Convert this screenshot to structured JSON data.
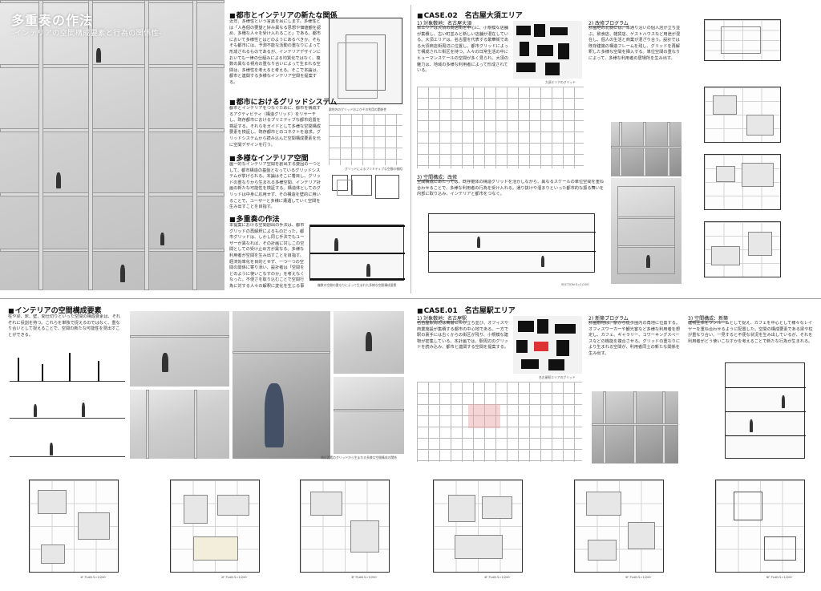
{
  "hero": {
    "title": "多重奏の作法",
    "subtitle": "-インテリアの空間構成要素と行為の関係性-"
  },
  "sections": {
    "s1": {
      "head": "都市とインテリアの新たな関係",
      "body": "近年、多様性という言葉を耳にします。多様性とは「人各個の要望と好み異なる思想や価値観を認め、多種な人々を受け入れること」である。都市において多様性とはどのようにあるべきか。そもそも都市には、予測不能な活動の重なりによって形成されるものであるが、インテリアデザインにおいても一律の仕組みによる均質化ではなく、複数の異なる視点の重なり合いによって生まれる空間は、多様性を考えると考える。そこで本論は、都市と連関する多様なインテリア空間を提案する。",
      "caption": "敷地内のグリッドおよびその利用の関係性"
    },
    "s2": {
      "head": "都市におけるグリッドシステム",
      "body": "都市とインテリアをつなぐために、都市を構成するアクティビティ（構造グリッド）をリサーチし、既存都市におけるプリミティブな都市処置を検証する。それらをガイドとして多様な空間構成要素を検証し、既存都市とのコネクトを追求。グリッドシステムから読み込んだ空間構成要素を元に空間デザインを行う。",
      "caption": "グリッドによるプリミティブな空間の様相"
    },
    "s3": {
      "head": "多様なインテリア空間",
      "body": "画一的なインテリア空間を創出する要因の一つとして、都市構造の基盤となっているグリッドシステムが挙げられる。本論はそこに着目し、グリッドの重なりから生まれる多様空間、インテリア計画の新たな可能性を検証する。構造体としてのグリッドは中身に応用せず、その構造を壁的に用いることで、ユーザーと多様に遭遇していく空間を生み出すことを目指す。",
      "caption": ""
    },
    "s4": {
      "head": "多重奏の作法",
      "body": "本提案における空間創出の手法は、都市グリッドの再解釈によるものだった。都市グリッドは、しかし同じ手法でもユーザーが異なれば、その計画に対しこの空間としての受け止め方が異なる。多様な利用者が空間を生み出すことを目指す。経済効率化を目的とせず、一つ一つの空間の関係に寄り添い、設計者は「空間をどのように使いこなすのか」を考えなくなった。不便さを取り込むことで空間行為に対する人々の解釈に変化を生じる事を願う。",
      "caption": "複数の空間の重なりによって生まれた多様な空間構成要素"
    },
    "case02": {
      "head": "CASE.02　名古屋大須エリア",
      "sub1": "1) 対象敷地：名古屋大須",
      "body1": "本エリアは大須の商店街を中心に、小規模な店舗が集積し、古い町並みと新しい店舗が混在している。大須エリアは、名古屋を代表する繁華街である大須商店街周辺に位置し、都市グリッドによって構成された街区を持つ。人々の日常生活の中にヒューマンスケールの空間が多く見られ、大須の魅力は、地域の多様な利用者によって形成されている。",
      "sub2": "2) 改修プログラム",
      "body2": "計画地の北側には、本通り沿いの個人店が立ち並ぶ。飲食店、雑貨店、ゲストハウスなど用途が混在し、個人の生活と商業が混ざり合う。設計では既存建築の構造フレームを残し、グリッドを再解釈した多様な空間を挿入する。単位空間の重なりによって、多様な利用者の居場所を生み出す。",
      "sub3": "3) 空間構成：改修",
      "body3": "空間構成にあたっては、既存躯体の構造グリッドを活かしながら、異なるスケールの単位空間を重ね合わせることで、多様な利用者の行為を受け入れる。通り抜けや溜まりといった都市的な振る舞いを内部に取り込み、インテリアと都市をつなぐ。",
      "map_caption": "大須エリアのグリッド",
      "section_caption": "SECTION S=1/200"
    },
    "case01": {
      "head": "CASE.01　名古屋駅エリア",
      "sub1": "1) 対象敷地：名古屋駅",
      "body1": "名古屋駅周辺は高層ビルが立ち並び、オフィスや商業施設が集積する都市の中心地である。一方で駅の裏手には古くからの街区が残り、小規模な建物が密集している。本計画では、駅周辺のグリッドを読み込み、都市と連関する空間を提案する。",
      "sub2": "2) 新築プログラム",
      "body2": "計画敷地は、駅から徒歩圏内の角地に位置する。オフィスワーカーや観光客など多様な利用者を想定し、カフェ、ギャラリー、コワーキングスペースなどの機能を複合させる。グリッドの重なりにより生まれる空間が、利用者同士の新たな関係を生み出す。",
      "sub3": "3) 空間構成：新築",
      "body3": "建物全体をワンルームとして捉え、カフェを中心として様々なレイヤーを重ね合わせるように配置した。空間の構成要素である梁や柱が重なり合い、一見すると不便な状況を生み出しているが、それを利用者がどう使いこなすかを考えることで新たな行為が生まれる。",
      "map_caption": "名古屋駅エリアのグリッド"
    },
    "s5": {
      "head": "インテリアの空間構成要素",
      "body": "柱や梁、床、壁、間仕切りといった空間の構成要素は、それぞれに役割を持つ。これらを単独で捉えるのではなく、重なり合いとして捉えることで、空間の新たな可能性を見出すことができる。",
      "caption": "構成要素のグリッドから生まれる多様な空間構成の関係"
    }
  },
  "plans": [
    {
      "label": "1F PLAN S=1/200"
    },
    {
      "label": "2F PLAN S=1/200"
    },
    {
      "label": "3F PLAN S=1/200"
    },
    {
      "label": "4F PLAN S=1/200"
    },
    {
      "label": "5F PLAN S=1/200"
    },
    {
      "label": "6F PLAN S=1/200"
    }
  ]
}
